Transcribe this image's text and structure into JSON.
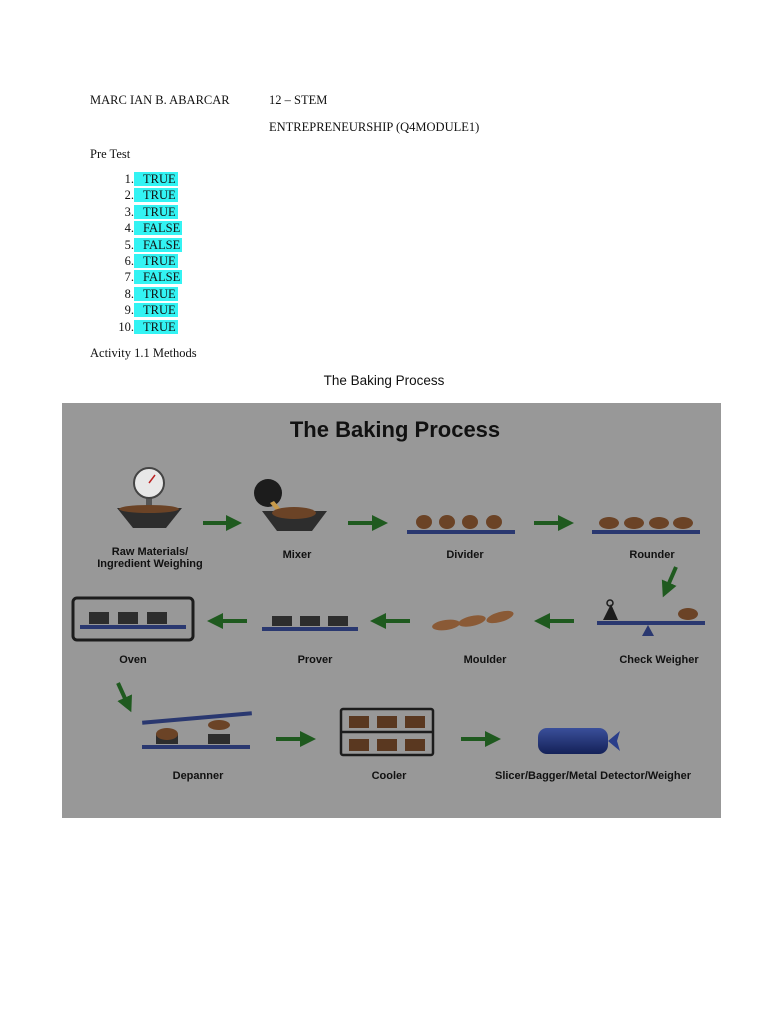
{
  "header": {
    "name": "MARC IAN B. ABARCAR",
    "section": "12 – STEM",
    "subject": "ENTREPRENEURSHIP (Q4MODULE1)"
  },
  "pretest": {
    "title": "Pre Test",
    "answers": [
      {
        "num": "1.",
        "value": "TRUE"
      },
      {
        "num": "2.",
        "value": "TRUE"
      },
      {
        "num": "3.",
        "value": "TRUE"
      },
      {
        "num": "4.",
        "value": "FALSE"
      },
      {
        "num": "5.",
        "value": "FALSE"
      },
      {
        "num": "6.",
        "value": "TRUE"
      },
      {
        "num": "7.",
        "value": "FALSE"
      },
      {
        "num": "8.",
        "value": "TRUE"
      },
      {
        "num": "9.",
        "value": "TRUE"
      },
      {
        "num": "10.",
        "value": "TRUE"
      }
    ]
  },
  "activity": {
    "label": "Activity 1.1 Methods",
    "caption": "The Baking Process"
  },
  "figure": {
    "title": "The Baking Process",
    "steps": {
      "raw_materials_line1": "Raw Materials/",
      "raw_materials_line2": "Ingredient Weighing",
      "mixer": "Mixer",
      "divider": "Divider",
      "rounder": "Rounder",
      "check_weigher": "Check Weigher",
      "moulder": "Moulder",
      "prover": "Prover",
      "oven": "Oven",
      "depanner": "Depanner",
      "cooler": "Cooler",
      "slicer": "Slicer/Bagger/Metal Detector/Weigher"
    },
    "colors": {
      "background": "#989898",
      "arrow": "#1f5a1f",
      "dough": "#6b4326",
      "belt": "#2a3870",
      "bag": "#1e2e6a"
    }
  }
}
